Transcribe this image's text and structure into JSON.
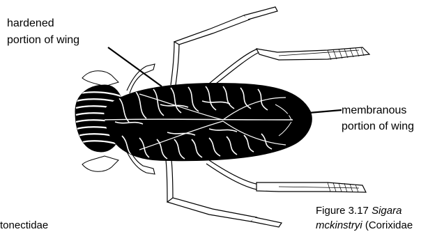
{
  "labels": {
    "hardened_line1": "hardened",
    "hardened_line2": "portion of wing",
    "membranous_line1": "membranous",
    "membranous_line2": "portion of wing",
    "caption_prefix": "Figure 3.17",
    "caption_genus": "Sigara",
    "caption_species": "mckinstryi",
    "caption_family": "(Corixidae",
    "cutoff_text": "tonectidae"
  },
  "colors": {
    "ink": "#000000",
    "paper": "#ffffff"
  }
}
